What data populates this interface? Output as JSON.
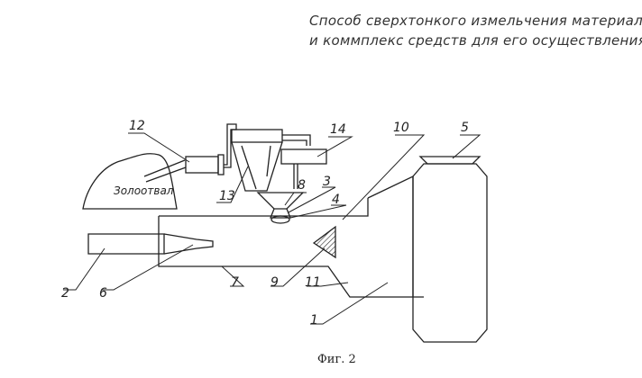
{
  "title": {
    "line1": "Способ сверхтонкого измельчения материалов",
    "line2": "и коммплекс средств для его осуществления"
  },
  "labels": {
    "ash_dump": "Золоотвал",
    "n1": "1",
    "n2": "2",
    "n3": "3",
    "n4": "4",
    "n5": "5",
    "n6": "6",
    "n7": "7",
    "n8": "8",
    "n9": "9",
    "n10": "10",
    "n11": "11",
    "n12": "12",
    "n13": "13",
    "n14": "14"
  },
  "caption": "Фиг. 2"
}
